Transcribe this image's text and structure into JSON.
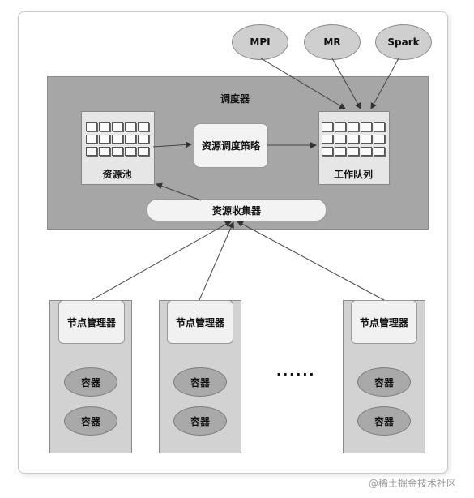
{
  "diagram": {
    "scheduler_title": "调度器",
    "frameworks": [
      "MPI",
      "MR",
      "Spark"
    ],
    "resource_pool_label": "资源池",
    "policy_label": "资源调度策略",
    "work_queue_label": "工作队列",
    "collector_label": "资源收集器",
    "nodes": [
      {
        "manager": "节点管理器",
        "containers": [
          "容器",
          "容器"
        ]
      },
      {
        "manager": "节点管理器",
        "containers": [
          "容器",
          "容器"
        ]
      },
      {
        "manager": "节点管理器",
        "containers": [
          "容器",
          "容器"
        ]
      }
    ],
    "ellipsis": "......"
  },
  "watermark": "@稀土掘金技术社区"
}
